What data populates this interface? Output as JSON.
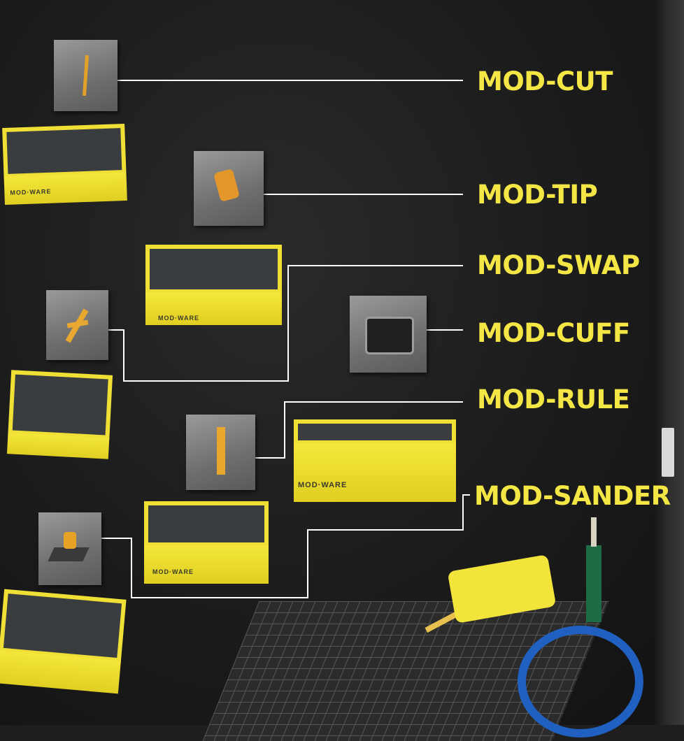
{
  "labels": {
    "mod_cut": "MOD-CUT",
    "mod_tip": "MOD-TIP",
    "mod_swap": "MOD-SWAP",
    "mod_cuff": "MOD-CUFF",
    "mod_rule": "MOD-RULE",
    "mod_sander": "MOD-SANDER"
  },
  "brand": "MOD·WARE",
  "colors": {
    "accent_yellow": "#f3e645",
    "wall": "#1e1e1e",
    "line": "#ffffff"
  }
}
